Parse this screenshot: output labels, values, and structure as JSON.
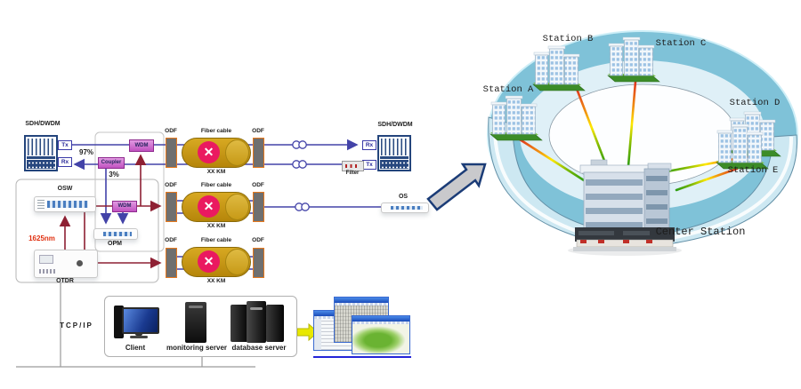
{
  "colors": {
    "blue_line": "#4343a8",
    "dark_red_line": "#8e2033",
    "magenta_box": "#c85ac8",
    "fiber_gold": "#c08c10",
    "fault_red": "#ea1a60",
    "ring_band": "#7fc2d8",
    "ring_inner": "#dff0f7"
  },
  "left": {
    "sdh_left_label": "SDH/DWDM",
    "sdh_right_label": "SDH/DWDM",
    "tx": "Tx",
    "rx": "Rx",
    "split_97": "97%",
    "split_3": "3%",
    "coupler_label": "Coupler",
    "wdm_top_label": "WDM",
    "wdm_mid_label": "WDM",
    "osw_label": "OSW",
    "opm_label": "OPM",
    "otdr_label": "OTDR",
    "wavelength_label": "1625nm",
    "filter_label": "Filter",
    "os_label": "OS",
    "tcpip_label": "TCP/IP",
    "fiber_rows": [
      {
        "odf_left": "ODF",
        "fiber": "Fiber cable",
        "odf_right": "ODF",
        "km": "XX KM"
      },
      {
        "odf_left": "ODF",
        "fiber": "Fiber cable",
        "odf_right": "ODF",
        "km": "XX KM"
      },
      {
        "odf_left": "ODF",
        "fiber": "Fiber cable",
        "odf_right": "ODF",
        "km": "XX KM"
      }
    ],
    "servers": {
      "client": "Client",
      "monitoring": "monitoring server",
      "database": "database server"
    }
  },
  "right": {
    "stations": [
      {
        "name": "Station A"
      },
      {
        "name": "Station B"
      },
      {
        "name": "Station C"
      },
      {
        "name": "Station D"
      },
      {
        "name": "Station E"
      }
    ],
    "center_label": "Center Station"
  }
}
